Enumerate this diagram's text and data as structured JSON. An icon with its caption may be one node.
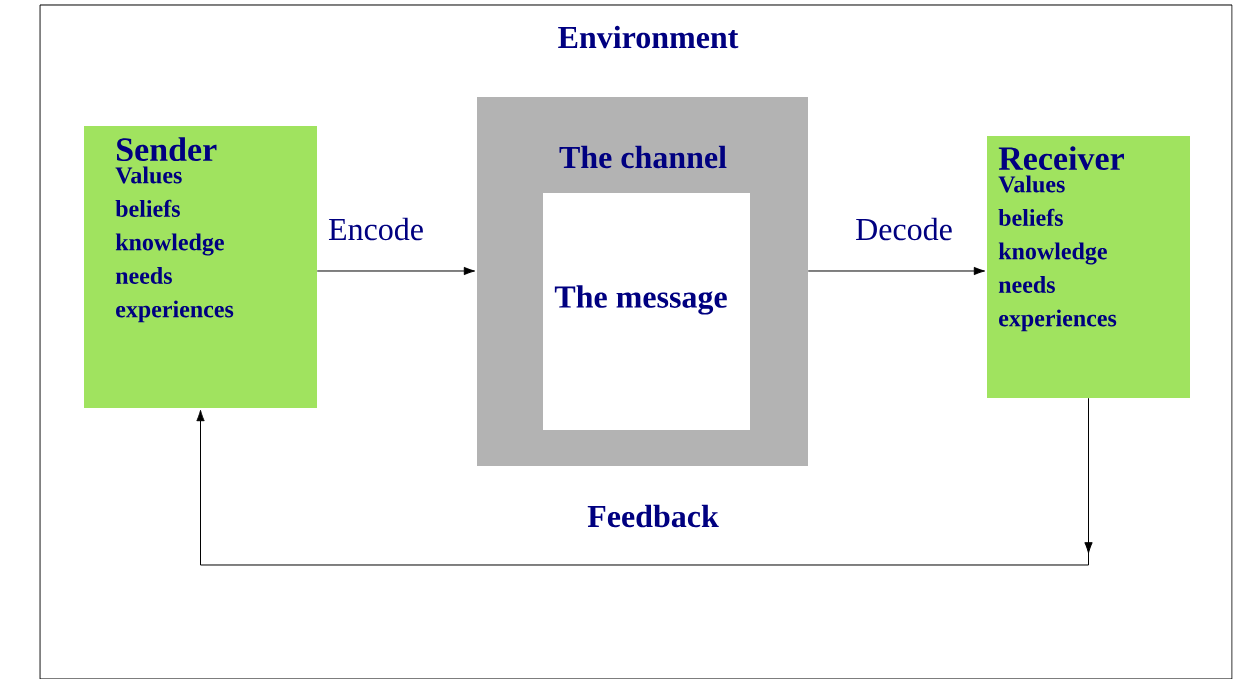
{
  "diagram": {
    "nodes": [
      {
        "text": [
          "Environment"
        ]
      },
      {
        "text": [
          "Sender",
          "Values beliefs knowledge needs experiences"
        ],
        "in": 0
      },
      {
        "text": [
          "The channel"
        ],
        "in": 0
      },
      {
        "text": [
          "The message"
        ],
        "in": 2
      },
      {
        "text": [
          "Receiver",
          "Values beliefs knowledge needs experiences"
        ],
        "in": 0
      }
    ],
    "edges": [
      {
        "from": 1,
        "to": 2,
        "arrow": "to",
        "label": "Encode"
      },
      {
        "from": 2,
        "to": 4,
        "arrow": "to",
        "label": "Decode"
      },
      {
        "from": 4,
        "to": 1,
        "arrow": "to",
        "label": "Feedback"
      }
    ]
  }
}
